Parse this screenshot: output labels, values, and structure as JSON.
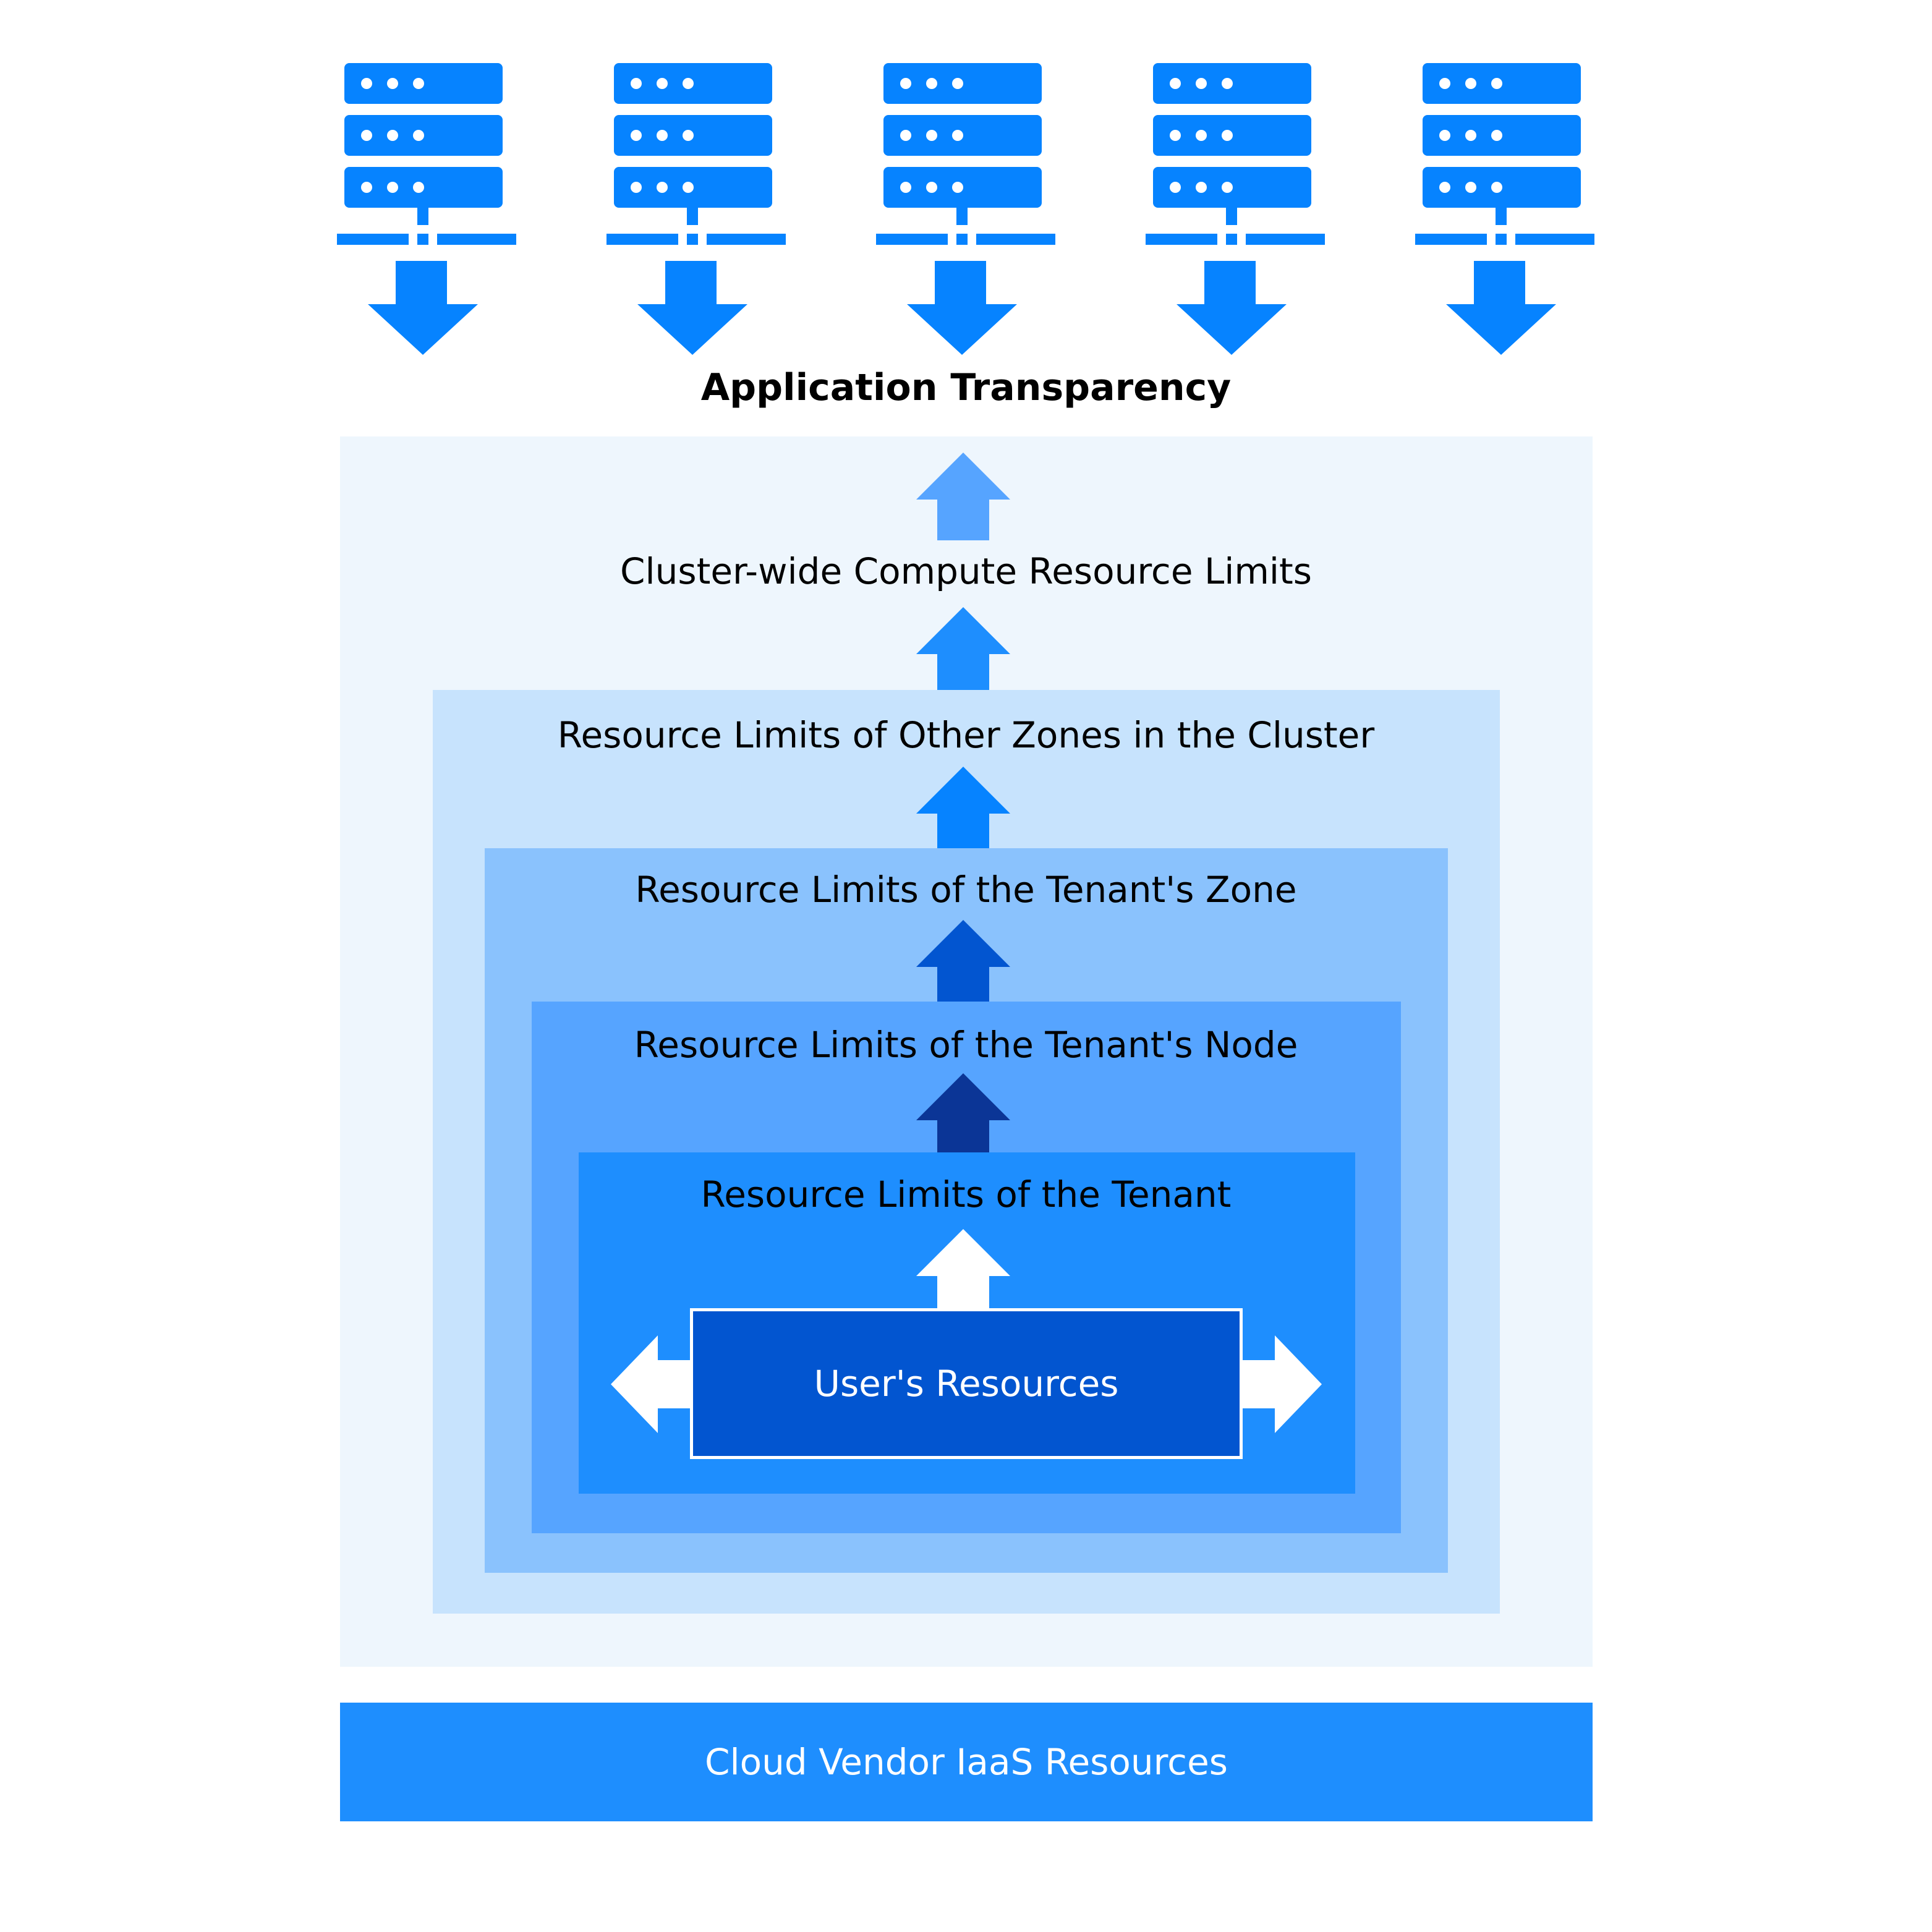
{
  "title": "Application Transparency",
  "colors": {
    "server": "#0683ff",
    "outer_panel": "#eef6fd",
    "other_zones": "#c7e3fd",
    "tenant_zone": "#8ac2fd",
    "tenant_node": "#56a4ff",
    "tenant": "#1e8efe",
    "user_resources": "#0255d0",
    "bottom_bar": "#1e8efe",
    "arrow_top": "#56a4ff",
    "arrow_cluster": "#1e8efe",
    "arrow_zones": "#0683ff",
    "arrow_zone": "#0255d0",
    "arrow_node": "#0b3596",
    "arrow_white": "#ffffff"
  },
  "servers": [
    {
      "icon": "server-rack-icon",
      "arrow": "arrow-down-icon"
    },
    {
      "icon": "server-rack-icon",
      "arrow": "arrow-down-icon"
    },
    {
      "icon": "server-rack-icon",
      "arrow": "arrow-down-icon"
    },
    {
      "icon": "server-rack-icon",
      "arrow": "arrow-down-icon"
    },
    {
      "icon": "server-rack-icon",
      "arrow": "arrow-down-icon"
    }
  ],
  "layers": {
    "cluster": "Cluster-wide Compute Resource Limits",
    "other_zones": "Resource Limits of Other Zones in the Cluster",
    "tenant_zone": "Resource Limits of the Tenant's Zone",
    "tenant_node": "Resource Limits of the Tenant's Node",
    "tenant": "Resource Limits of the Tenant",
    "user_resources": "User's Resources"
  },
  "bottom": "Cloud Vendor IaaS Resources"
}
